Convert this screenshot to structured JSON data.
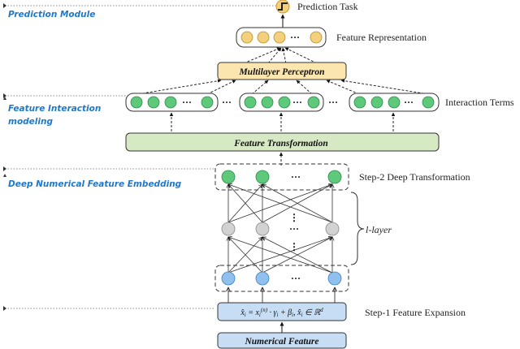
{
  "colors": {
    "side_text": "#1f78c8",
    "green_node": "#5ec97b",
    "gray_node": "#d2d2d2",
    "blue_node": "#8fc0ee",
    "orange_node": "#f4cf7c",
    "mlp_fill": "#fbe6b0",
    "transform_fill": "#d6e8c4",
    "input_fill": "#c6ddf4"
  },
  "left_labels": {
    "prediction_module": "Prediction Module",
    "feature_interaction_line1": "Feature Interaction",
    "feature_interaction_line2": "modeling",
    "deep_numerical": "Deep Numerical Feature Embedding"
  },
  "right_labels": {
    "prediction_task": "Prediction Task",
    "feature_representation": "Feature Representation",
    "interaction_terms": "Interaction Terms",
    "step2": "Step-2 Deep Transformation",
    "l_layer": "l-layer",
    "step1": "Step-1 Feature Expansion"
  },
  "boxes": {
    "mlp": "Multilayer Perceptron",
    "feature_transformation": "Feature Transformation",
    "numerical_feature": "Numerical Feature"
  },
  "ellipsis": "···",
  "vdots": "⋮",
  "icons": {
    "prediction": "step-function-icon"
  }
}
